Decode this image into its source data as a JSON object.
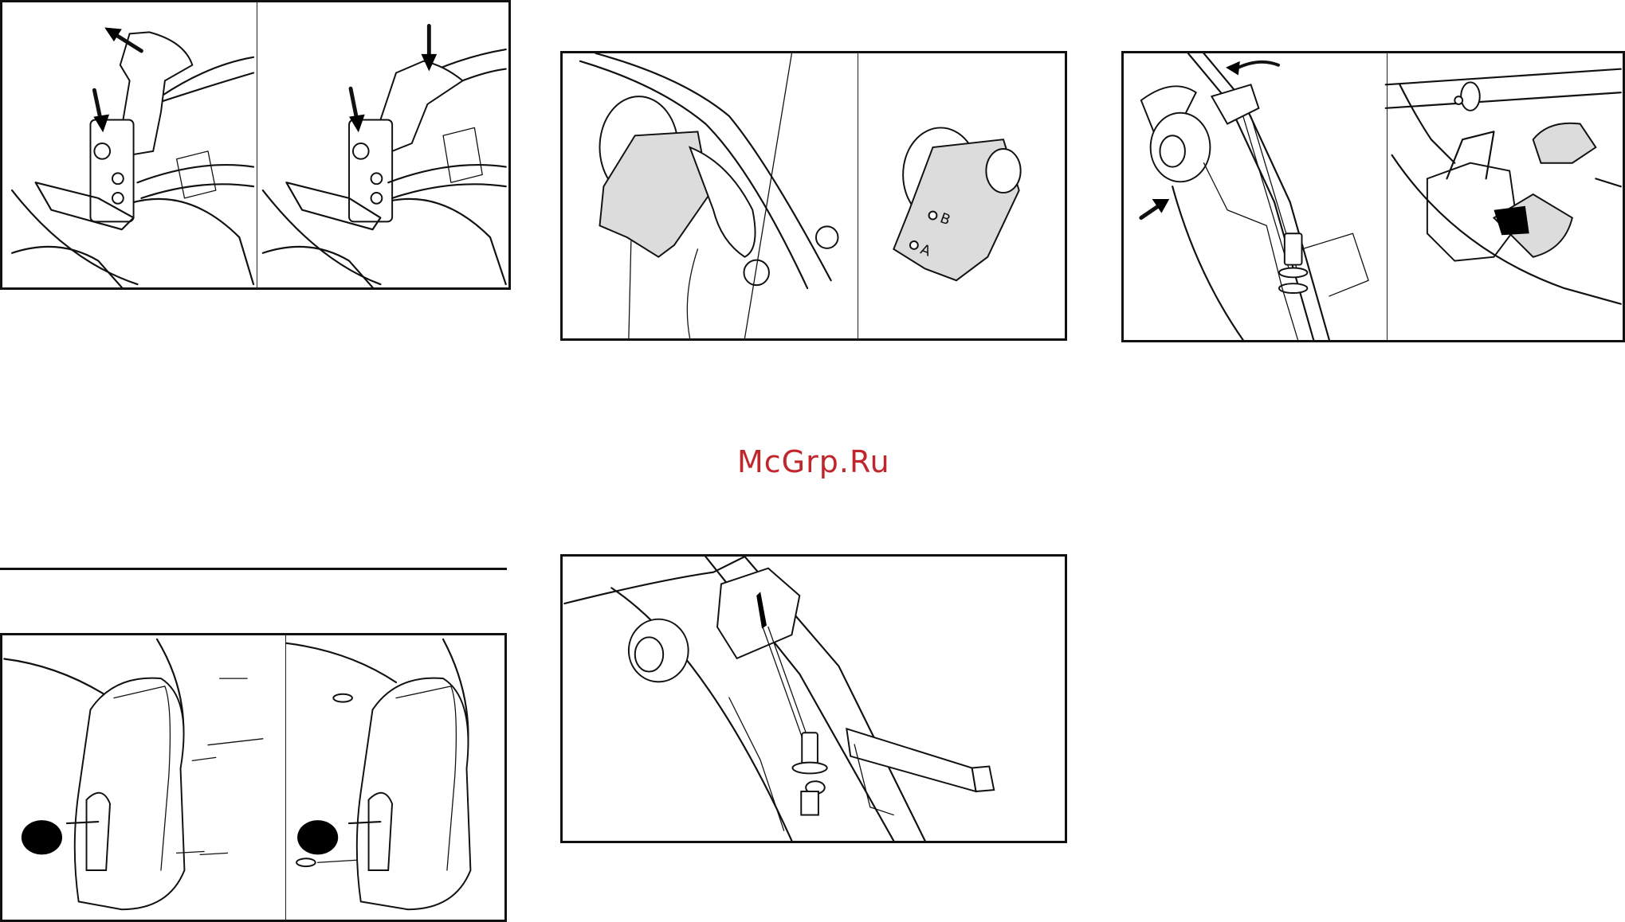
{
  "watermark": {
    "text": "McGrp.Ru",
    "color": "#c0272d"
  },
  "figures": [
    {
      "id": "fig-lever",
      "subpanels": 2
    },
    {
      "id": "fig-bracket",
      "subpanels": 2,
      "labels": [
        "B",
        "A"
      ]
    },
    {
      "id": "fig-cable-adjust",
      "subpanels": 2
    },
    {
      "id": "fig-cable-bottom",
      "subpanels": 1
    },
    {
      "id": "fig-cover",
      "subpanels": 2
    }
  ]
}
